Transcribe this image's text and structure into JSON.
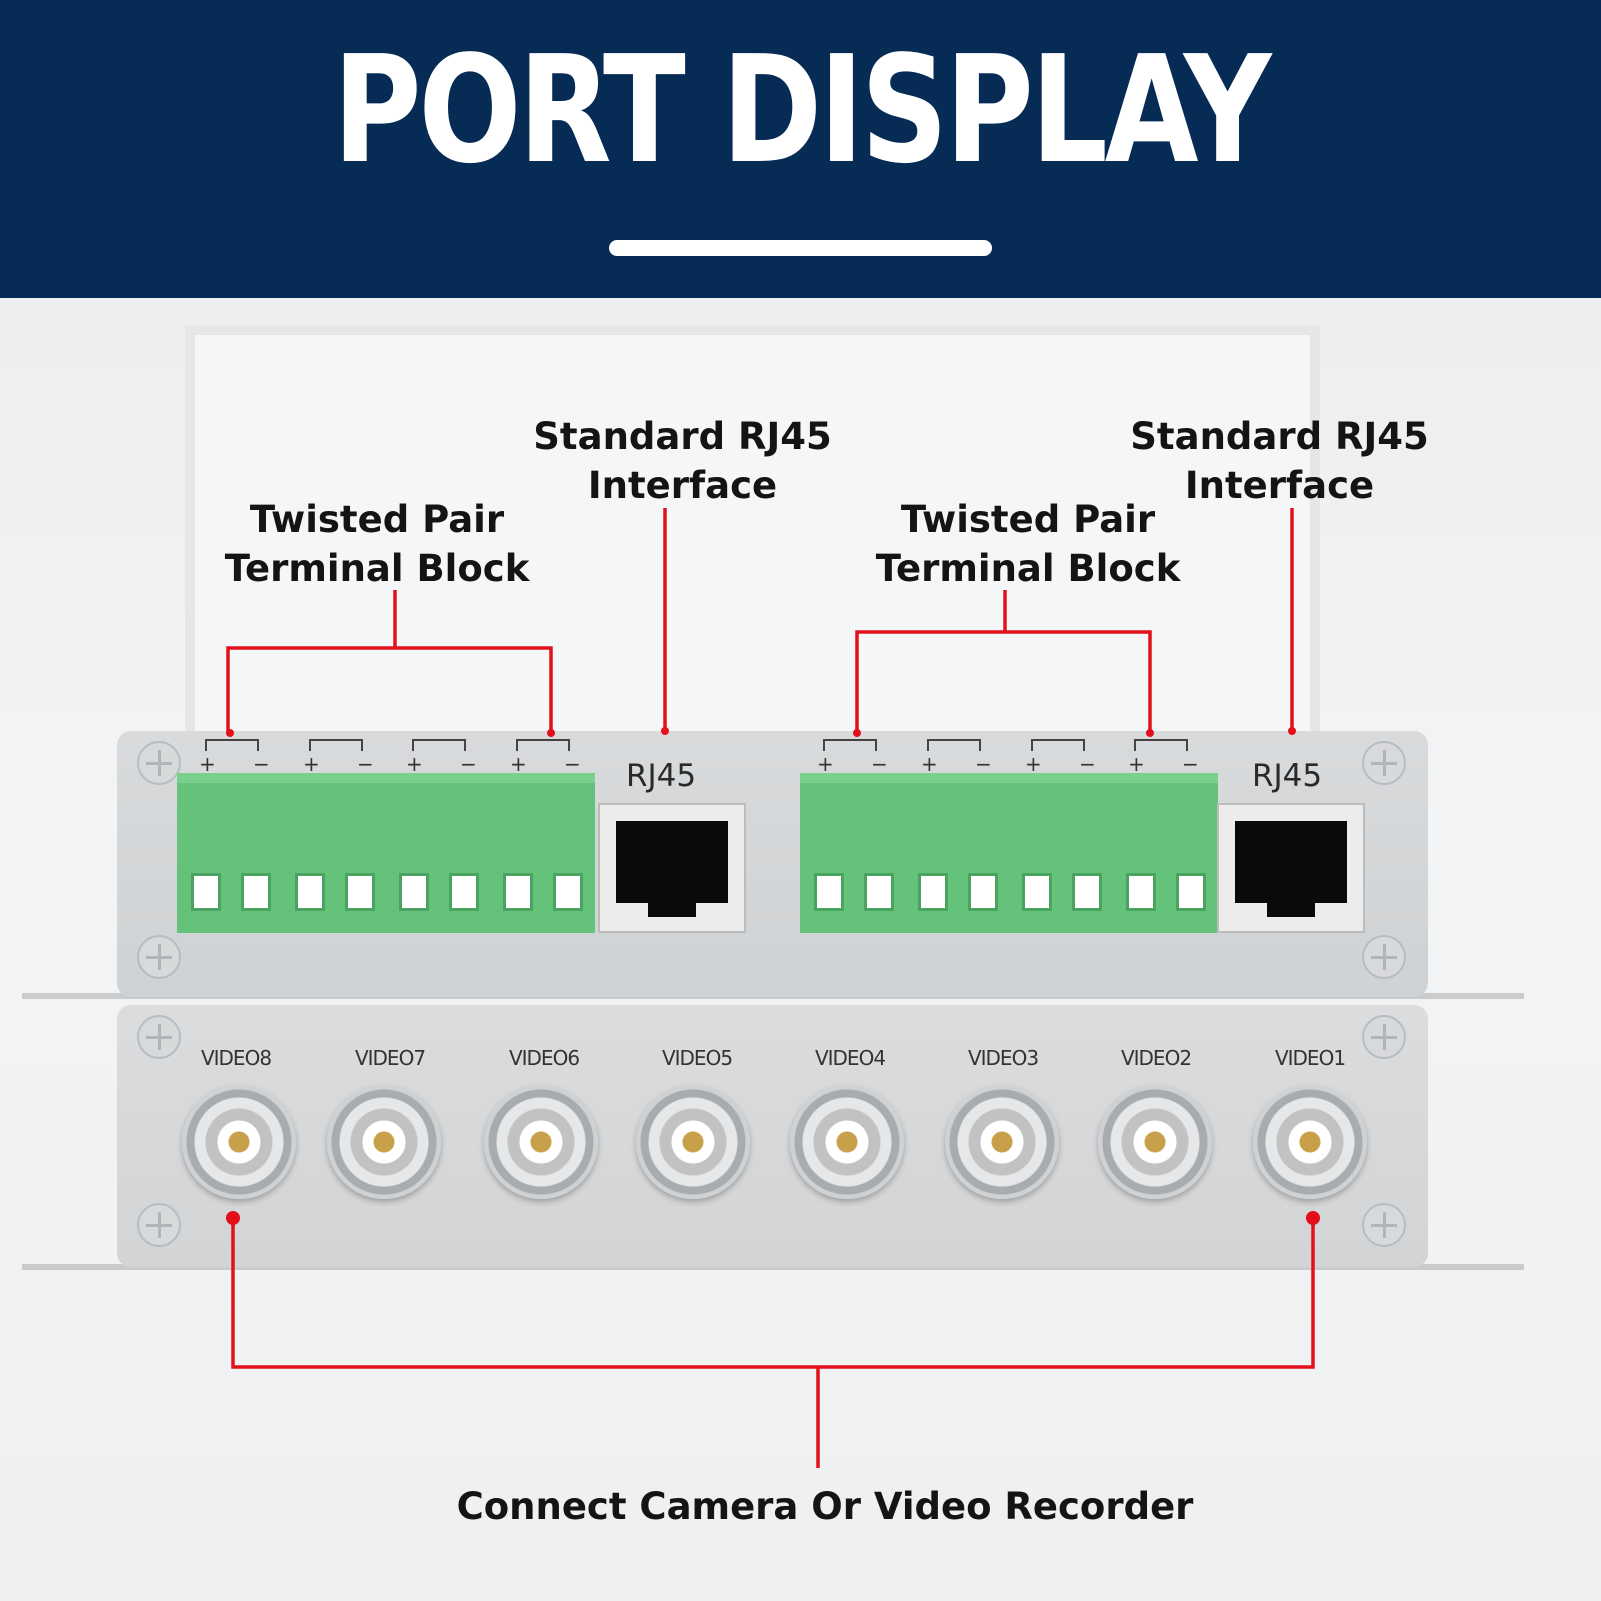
{
  "banner": {
    "title": "PORT DISPLAY"
  },
  "callouts": {
    "twisted_pair_left": [
      "Twisted Pair",
      "Terminal Block"
    ],
    "rj45_left": [
      "Standard RJ45",
      "Interface"
    ],
    "twisted_pair_right": [
      "Twisted Pair",
      "Terminal Block"
    ],
    "rj45_right": [
      "Standard RJ45",
      "Interface"
    ],
    "bottom": "Connect Camera Or Video Recorder"
  },
  "device": {
    "rj45_port_label": "RJ45",
    "terminal_polarity": [
      "+",
      "−"
    ],
    "video_ports": [
      "VIDEO8",
      "VIDEO7",
      "VIDEO6",
      "VIDEO5",
      "VIDEO4",
      "VIDEO3",
      "VIDEO2",
      "VIDEO1"
    ]
  },
  "colors": {
    "banner": "#062c55",
    "callout_line": "#e3101b",
    "terminal_green": "#64c27b"
  },
  "icons": [
    "screw-icon",
    "bnc-connector-icon",
    "rj45-jack-icon"
  ]
}
